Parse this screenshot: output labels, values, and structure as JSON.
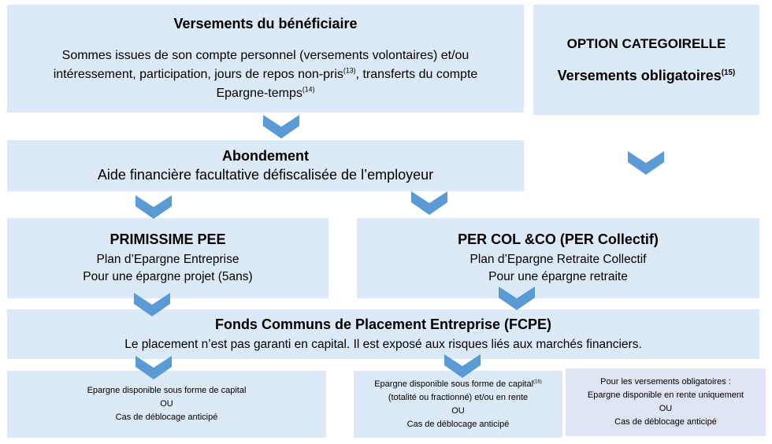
{
  "versements": {
    "title": "Versements du bénéficiaire",
    "line1": "Sommes issues de son compte personnel (versements volontaires) et/ou",
    "line2_a": "intéressement, participation, jours de repos non-pris",
    "line2_sup": "(13)",
    "line2_b": ", transferts du compte",
    "line3_a": "Epargne-temps",
    "line3_sup": "(14)"
  },
  "option": {
    "title": "OPTION CATEGOIRELLE",
    "subtitle": "Versements obligatoires",
    "subtitle_sup": "(15)"
  },
  "abondement": {
    "title": "Abondement",
    "body": "Aide financière facultative défiscalisée de l’employeur"
  },
  "pee": {
    "title": "PRIMISSIME PEE",
    "line1": "Plan d’Epargne Entreprise",
    "line2": "Pour une épargne projet (5ans)"
  },
  "per": {
    "title": "PER COL &CO (PER Collectif)",
    "line1": "Plan d’Epargne Retraite Collectif",
    "line2": "Pour une épargne retraite"
  },
  "fcpe": {
    "title": "Fonds Communs de Placement Entreprise (FCPE)",
    "body": "Le placement n’est pas garanti en capital. Il est exposé aux risques liés aux marchés financiers."
  },
  "out_pee": {
    "line1": "Epargne disponible sous forme de capital",
    "line2": "OU",
    "line3": "Cas de déblocage anticipé"
  },
  "out_per": {
    "line1": "Epargne disponible sous forme de capital",
    "line1_sup": "(16)",
    "line2": "(totalité ou fractionné) et/ou en rente",
    "line3": "OU",
    "line4": "Cas de déblocage anticipé"
  },
  "out_oblig": {
    "line1": "Pour les versements obligatoires :",
    "line2": "Epargne disponible en rente uniquement",
    "line3": "OU",
    "line4": "Cas de déblocage anticipé"
  },
  "colors": {
    "box": "#dce9f6",
    "box_alt": "#dfe5f5",
    "chevron": "#5b9bd5"
  },
  "icons": {
    "arrow": "chevron-down-icon"
  }
}
